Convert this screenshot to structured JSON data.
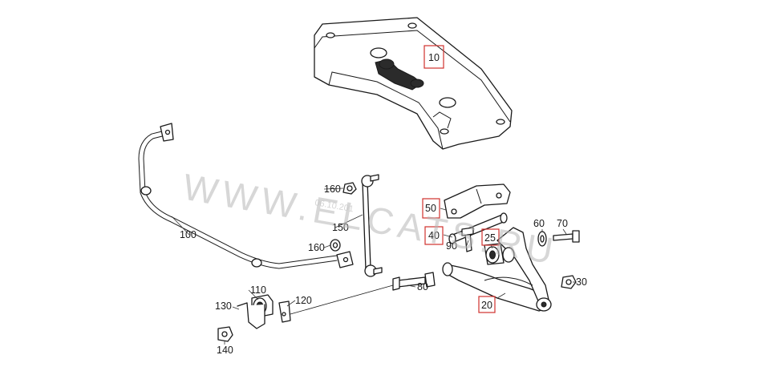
{
  "diagram": {
    "watermark_text": "WWW.ELCATS.RU",
    "date_stamp": "06.10.201",
    "accent_color": "#d0312d",
    "callouts": [
      {
        "id": "10",
        "label": "10",
        "boxed": true
      },
      {
        "id": "20",
        "label": "20",
        "boxed": true
      },
      {
        "id": "25",
        "label": "25",
        "boxed": true
      },
      {
        "id": "30",
        "label": "30",
        "boxed": false
      },
      {
        "id": "40",
        "label": "40",
        "boxed": true
      },
      {
        "id": "50",
        "label": "50",
        "boxed": true
      },
      {
        "id": "60",
        "label": "60",
        "boxed": false
      },
      {
        "id": "70",
        "label": "70",
        "boxed": false
      },
      {
        "id": "80",
        "label": "80",
        "boxed": false
      },
      {
        "id": "90",
        "label": "90",
        "boxed": false
      },
      {
        "id": "100",
        "label": "100",
        "boxed": false
      },
      {
        "id": "110",
        "label": "110",
        "boxed": false
      },
      {
        "id": "120",
        "label": "120",
        "boxed": false
      },
      {
        "id": "130",
        "label": "130",
        "boxed": false
      },
      {
        "id": "140",
        "label": "140",
        "boxed": false
      },
      {
        "id": "150",
        "label": "150",
        "boxed": false
      },
      {
        "id": "160a",
        "label": "160",
        "boxed": false
      },
      {
        "id": "160b",
        "label": "160",
        "boxed": false
      }
    ]
  }
}
